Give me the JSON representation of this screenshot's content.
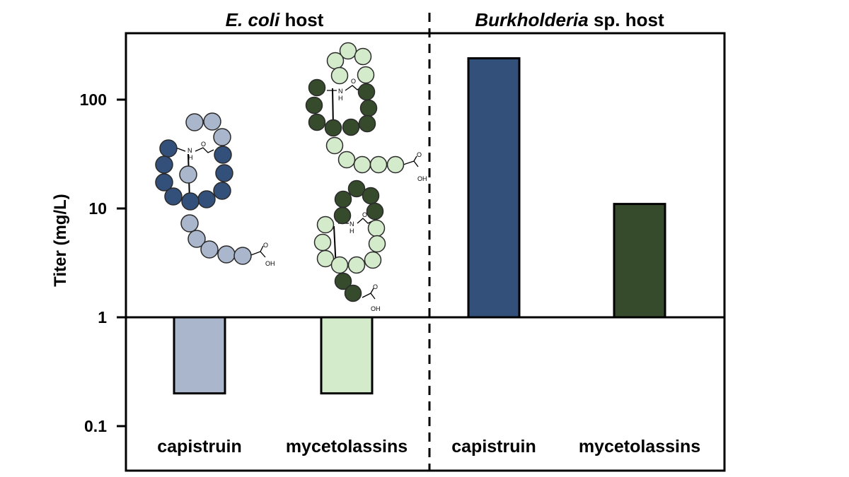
{
  "chart_data": {
    "type": "bar",
    "y_scale": "log",
    "ylim": [
      0.05,
      300
    ],
    "bar_baseline": 1,
    "ylabel": "Titer (mg/L)",
    "yticks": [
      {
        "value": 0.1,
        "label": "0.1"
      },
      {
        "value": 1,
        "label": "1"
      },
      {
        "value": 10,
        "label": "10"
      },
      {
        "value": 100,
        "label": "100"
      }
    ],
    "grid": false,
    "legend": "none",
    "groups": [
      {
        "title_italic": "E. coli",
        "title_rest": " host"
      },
      {
        "title_italic": "Burkholderia",
        "title_rest": " sp. host"
      }
    ],
    "bars": [
      {
        "group": 0,
        "category": "capistruin",
        "value": 0.2,
        "fill": "#a9b6cb"
      },
      {
        "group": 0,
        "category": "mycetolassins",
        "value": 0.2,
        "fill": "#d4ebcb"
      },
      {
        "group": 1,
        "category": "capistruin",
        "value": 240,
        "fill": "#33507a"
      },
      {
        "group": 1,
        "category": "mycetolassins",
        "value": 11,
        "fill": "#364a2c"
      }
    ],
    "structure_labels": {
      "nh": "N",
      "h": "H",
      "o": "O",
      "oh": "OH"
    },
    "colors": {
      "capistruin_dark": "#33507a",
      "capistruin_light": "#a9b6cb",
      "myceto_dark": "#364a2c",
      "myceto_light": "#d4ebcb"
    }
  }
}
